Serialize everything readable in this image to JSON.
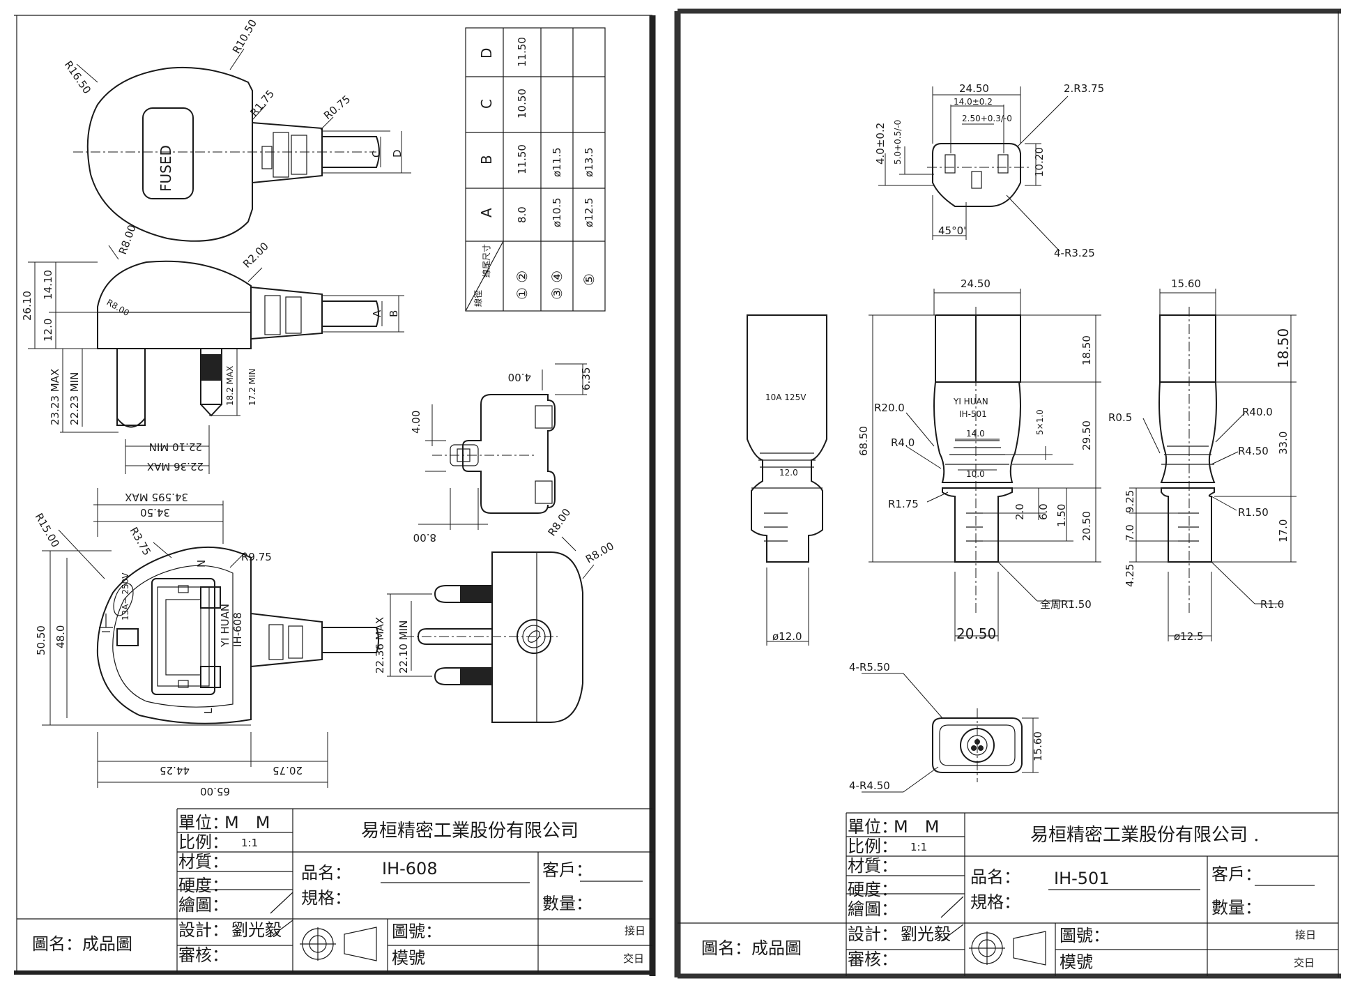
{
  "left_sheet": {
    "fused_label": "FUSED",
    "dims_top": [
      "R10.50",
      "R16.50",
      "R1.75",
      "R0.75",
      "C",
      "D"
    ],
    "dims_side": [
      "R8.00",
      "R2.00",
      "R8.00",
      "26.10",
      "14.10",
      "12.0",
      "A",
      "B",
      "23.23 MAX",
      "22.23 MIN",
      "18.2 MAX",
      "17.2 MIN",
      "22.10 MIN",
      "22.36 MAX"
    ],
    "dims_front": [
      "R15.00",
      "R3.75",
      "34.50",
      "34.595 MAX",
      "R9.75",
      "50.50",
      "48.0",
      "44.25",
      "20.75",
      "65.00"
    ],
    "front_labels": [
      "N",
      "L",
      "13A~ 250V",
      "YI HUAN",
      "IH-608"
    ],
    "dims_pin": [
      "6.35",
      "4.00",
      "4.00",
      "8.00"
    ],
    "dims_end": [
      "R8.00",
      "R8.00",
      "22.36 MAX",
      "22.10 MIN"
    ],
    "table": {
      "header": [
        "線尾尺寸",
        "A",
        "B",
        "C",
        "D"
      ],
      "corner_sub": "線徑",
      "rows": [
        [
          "① ②",
          "8.0",
          "11.50",
          "10.50",
          "11.50"
        ],
        [
          "③ ④",
          "ø10.5",
          "ø11.5",
          "",
          ""
        ],
        [
          "⑤",
          "ø12.5",
          "ø13.5",
          "",
          ""
        ]
      ]
    },
    "title_block": {
      "unit_label": "單位：",
      "unit": "M　M",
      "scale_label": "比例：",
      "scale": "1:1",
      "material_label": "材質：",
      "hardness_label": "硬度：",
      "drawn_label": "繪圖：",
      "design_label": "設計：",
      "designer": "劉光毅",
      "review_label": "審核：",
      "company": "易桓精密工業股份有限公司",
      "product_label": "品名：",
      "product": "IH-608",
      "spec_label": "規格：",
      "customer_label": "客戶：",
      "qty_label": "數量：",
      "drawing_no_label": "圖號：",
      "mold_label": "模號",
      "receive_label": "接日",
      "deliver_label": "交日",
      "drawing_name": "圖名：成品圖"
    }
  },
  "right_sheet": {
    "dims_top": [
      "24.50",
      "14.0±0.2",
      "2.50+0.3/-0",
      "2.R3.75",
      "4.0±0.2",
      "5.0+0.5/-0",
      "10.20",
      "45°0'",
      "4-R3.25"
    ],
    "dims_mid": [
      "24.50",
      "15.60",
      "68.50",
      "18.50",
      "29.50",
      "20.50",
      "2.0",
      "6.0",
      "1.50",
      "5×1.0",
      "14.0",
      "10.0",
      "12.0",
      "33.0",
      "17.0",
      "18.50",
      "9.25",
      "7.0",
      "4.25"
    ],
    "radii": [
      "R20.0",
      "R4.0",
      "R1.75",
      "R0.5",
      "R40.0",
      "R4.50",
      "R1.50",
      "R1.0",
      "全周R1.50"
    ],
    "labels": [
      "10A 125V",
      "YI HUAN",
      "IH-501"
    ],
    "dims_bottom": [
      "ø12.0",
      "20.50",
      "ø12.5",
      "4-R5.50",
      "4-R4.50",
      "15.60"
    ],
    "title_block": {
      "unit_label": "單位：",
      "unit": "M　M",
      "scale_label": "比例：",
      "scale": "1:1",
      "material_label": "材質：",
      "hardness_label": "硬度：",
      "drawn_label": "繪圖：",
      "design_label": "設計：",
      "designer": "劉光毅",
      "review_label": "審核：",
      "company": "易桓精密工業股份有限公司 .",
      "product_label": "品名：",
      "product": "IH-501",
      "spec_label": "規格：",
      "customer_label": "客戶：",
      "qty_label": "數量：",
      "drawing_no_label": "圖號：",
      "mold_label": "模號",
      "receive_label": "接日",
      "deliver_label": "交日",
      "drawing_name": "圖名：成品圖"
    }
  }
}
